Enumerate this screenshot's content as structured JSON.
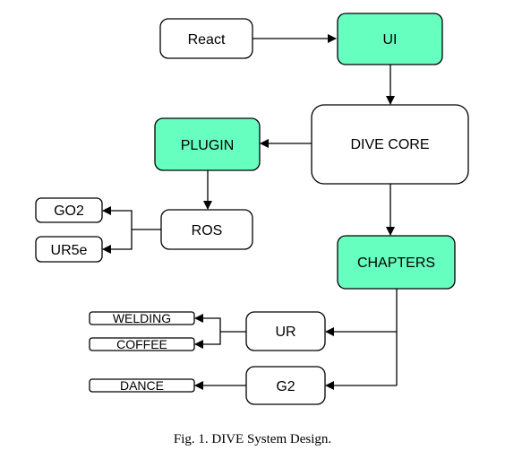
{
  "colors": {
    "accent_fill": "#66ffc0",
    "default_fill": "#ffffff",
    "stroke": "#000000"
  },
  "nodes": {
    "react": "React",
    "ui": "UI",
    "dive_core": "DIVE CORE",
    "plugin": "PLUGIN",
    "ros": "ROS",
    "go2": "GO2",
    "ur5e": "UR5e",
    "chapters": "CHAPTERS",
    "ur": "UR",
    "g2": "G2",
    "welding": "WELDING",
    "coffee": "COFFEE",
    "dance": "DANCE"
  },
  "caption": "Fig. 1.  DIVE System Design."
}
